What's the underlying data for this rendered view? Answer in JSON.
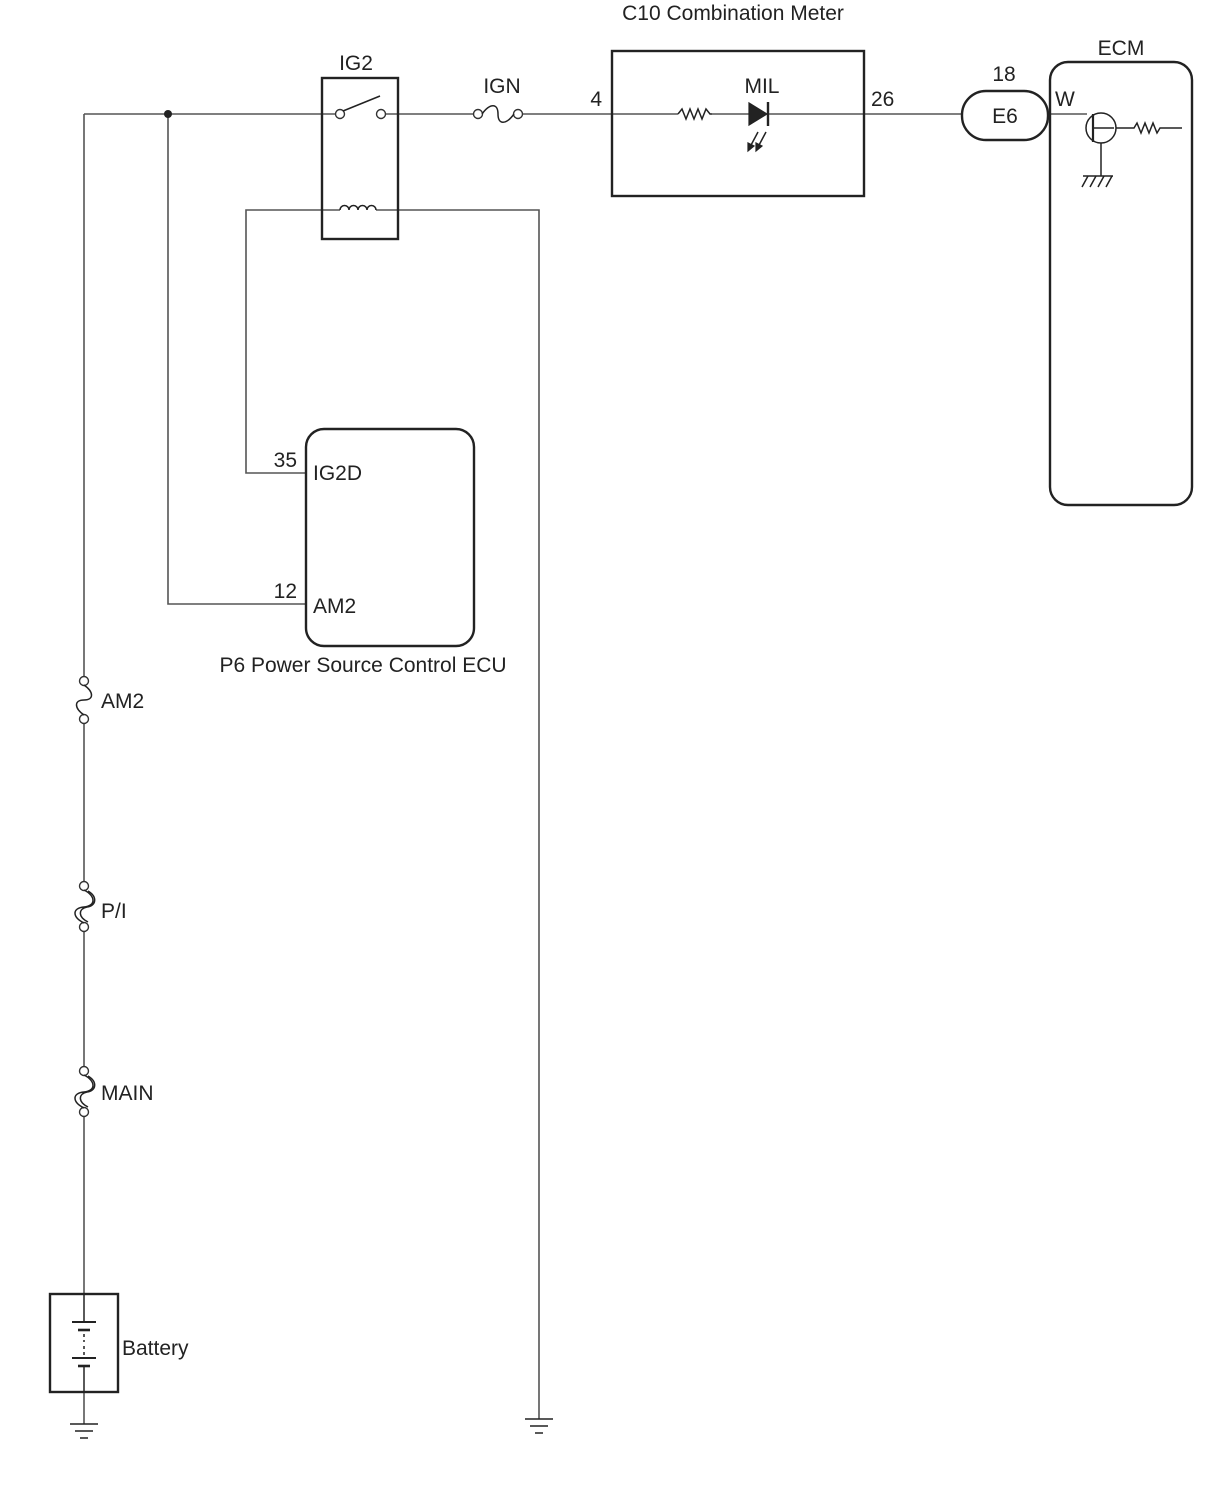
{
  "relay": {
    "label": "IG2"
  },
  "fuse_ign": {
    "label": "IGN"
  },
  "meter": {
    "title": "C10 Combination Meter",
    "lamp": "MIL",
    "pin_in": "4",
    "pin_out": "26"
  },
  "connector": {
    "label": "E6",
    "pin": "18"
  },
  "ecm": {
    "title": "ECM",
    "terminal": "W"
  },
  "power_ecu": {
    "title": "P6 Power Source Control ECU",
    "pin_ig2d": "35",
    "term_ig2d": "IG2D",
    "pin_am2": "12",
    "term_am2": "AM2"
  },
  "fuses": {
    "am2": "AM2",
    "pi": "P/I",
    "main": "MAIN"
  },
  "battery": {
    "label": "Battery"
  }
}
